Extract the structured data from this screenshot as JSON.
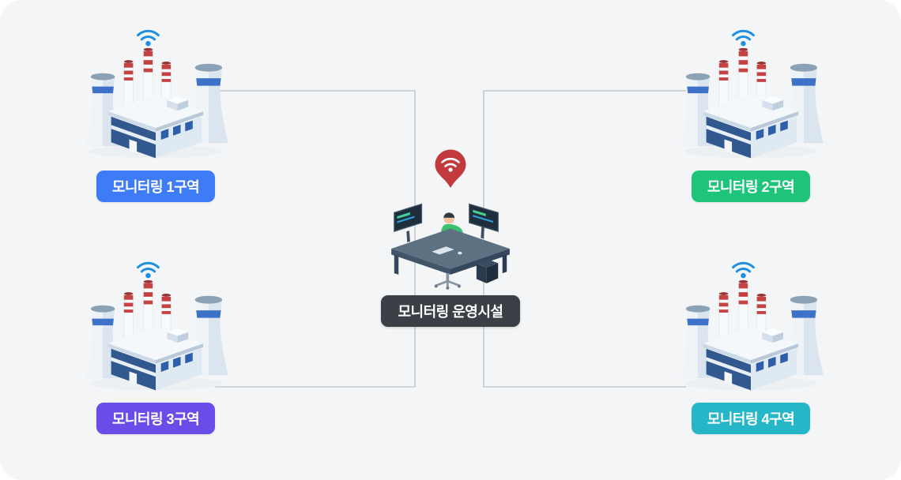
{
  "diagram": {
    "center": {
      "label": "모니터링 운영시설",
      "badge_color": "#3b4047",
      "pin_color": "#c23a3d",
      "pin_icon": "wifi-signal"
    },
    "zones": [
      {
        "label": "모니터링 1구역",
        "badge_color": "#3d7bf7",
        "position": "top-left",
        "illustration": "power-plant"
      },
      {
        "label": "모니터링 2구역",
        "badge_color": "#1ec479",
        "position": "top-right",
        "illustration": "power-plant"
      },
      {
        "label": "모니터링 3구역",
        "badge_color": "#6a4ce9",
        "position": "bottom-left",
        "illustration": "power-plant"
      },
      {
        "label": "모니터링 4구역",
        "badge_color": "#25b7c8",
        "position": "bottom-right",
        "illustration": "power-plant"
      }
    ],
    "connection_color": "#b9c0c7"
  }
}
